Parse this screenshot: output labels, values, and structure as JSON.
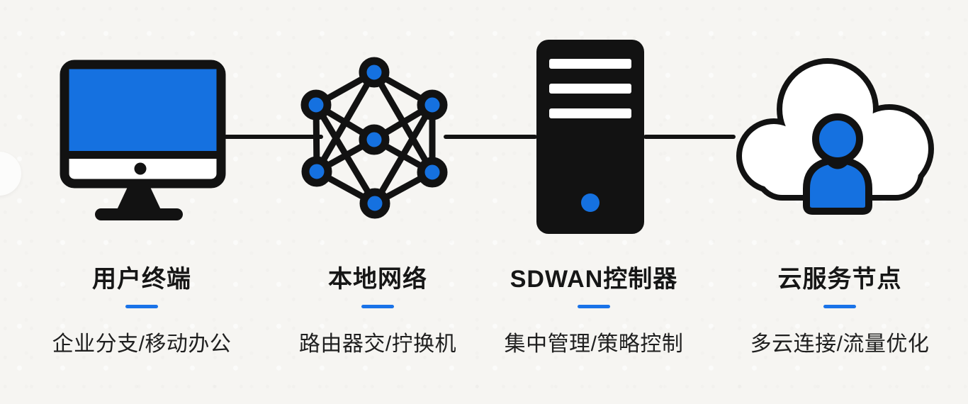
{
  "palette": {
    "background": "#f6f5f2",
    "accent_blue": "#1a73e8",
    "icon_blue": "#1571e0",
    "icon_black": "#121212",
    "text_black": "#161616"
  },
  "diagram": {
    "type": "horizontal-flow",
    "connector_color": "#121212",
    "connector_count": 3
  },
  "nodes": [
    {
      "id": "user-terminal",
      "icon": "desktop-computer-icon",
      "title": "用户终端",
      "subtitle": "企业分支/移动办公"
    },
    {
      "id": "local-network",
      "icon": "mesh-network-icon",
      "title": "本地网络",
      "subtitle": "路由器交/拧换机"
    },
    {
      "id": "sdwan-controller",
      "icon": "server-tower-icon",
      "title": "SDWAN控制器",
      "subtitle": "集中管理/策略控制"
    },
    {
      "id": "cloud-service-node",
      "icon": "cloud-user-icon",
      "title": "云服务节点",
      "subtitle": "多云连接/流量优化"
    }
  ]
}
